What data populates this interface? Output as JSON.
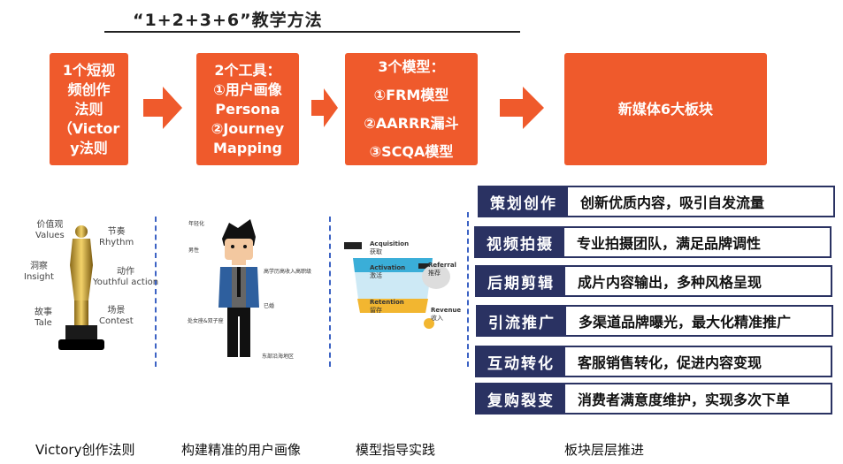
{
  "title": "“1+2+3+6”教学方法",
  "steps": [
    {
      "lines": [
        "1个短视",
        "频创作",
        "法则",
        "（Victor",
        "y法则"
      ]
    },
    {
      "lines": [
        "2个工具：",
        "①用户画像",
        "Persona",
        "②Journey",
        "Mapping"
      ]
    },
    {
      "lines": [
        "3个模型：",
        "①FRM模型",
        "②AARRR漏斗",
        "③SCQA模型"
      ]
    },
    {
      "lines": [
        "新媒体6大板块"
      ]
    }
  ],
  "victory": {
    "labels": [
      [
        "价值观",
        "Values"
      ],
      [
        "节奏",
        "Rhythm"
      ],
      [
        "洞察",
        "Insight"
      ],
      [
        "动作",
        "Youthful action"
      ],
      [
        "故事",
        "Tale"
      ],
      [
        "场景",
        "Contest"
      ]
    ]
  },
  "persona": {
    "tags": [
      "年轻化",
      "男性",
      "高学历高收入高职级",
      "已婚",
      "处女座&双子座",
      "东部沿海地区"
    ]
  },
  "aarrr": {
    "stages": [
      [
        "Acquisition",
        "获取"
      ],
      [
        "Activation",
        "激活"
      ],
      [
        "Referral",
        "推荐"
      ],
      [
        "Retention",
        "留存"
      ],
      [
        "Revenue",
        "收入"
      ]
    ]
  },
  "blocks": [
    {
      "key": "策划创作",
      "value": "创新优质内容，吸引自发流量"
    },
    {
      "key": "视频拍摄",
      "value": "专业拍摄团队，满足品牌调性"
    },
    {
      "key": "后期剪辑",
      "value": "成片内容输出，多种风格呈现"
    },
    {
      "key": "引流推广",
      "value": "多渠道品牌曝光，最大化精准推广"
    },
    {
      "key": "互动转化",
      "value": "客服销售转化，促进内容变现"
    },
    {
      "key": "复购裂变",
      "value": "消费者满意度维护，实现多次下单"
    }
  ],
  "captions": [
    "Victory创作法则",
    "构建精准的用户画像",
    "模型指导实践",
    "板块层层推进"
  ],
  "colors": {
    "orange": "#ef5a2c",
    "navy": "#2a3262",
    "divider": "#3d63c4"
  }
}
